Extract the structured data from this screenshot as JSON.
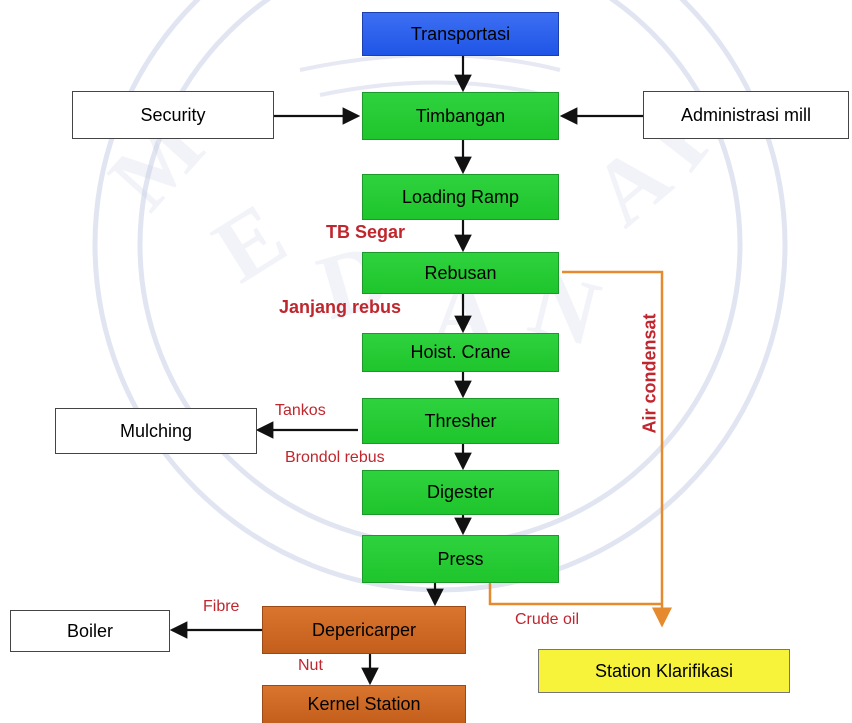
{
  "nodes": {
    "transportasi": "Transportasi",
    "timbangan": "Timbangan",
    "security": "Security",
    "administrasi": "Administrasi mill",
    "loading_ramp": "Loading Ramp",
    "rebusan": "Rebusan",
    "hoist_crane": "Hoist. Crane",
    "thresher": "Thresher",
    "mulching": "Mulching",
    "digester": "Digester",
    "press": "Press",
    "depericarper": "Depericarper",
    "boiler": "Boiler",
    "kernel_station": "Kernel Station",
    "station_klarifikasi": "Station Klarifikasi"
  },
  "labels": {
    "tb_segar": "TB Segar",
    "janjang_rebus": "Janjang rebus",
    "tankos": "Tankos",
    "brondol_rebus": "Brondol rebus",
    "fibre": "Fibre",
    "nut": "Nut",
    "crude_oil": "Crude oil",
    "air_condensat": "Air condensat"
  },
  "watermark": {
    "text": "MEDAN AREA"
  },
  "colors": {
    "process_green": "#22c832",
    "start_blue": "#2a5ef0",
    "kernel_orange": "#cd6a24",
    "clarification_yellow": "#f7f33a",
    "label_red": "#c0262d",
    "condensate_line": "#e58a2e"
  }
}
